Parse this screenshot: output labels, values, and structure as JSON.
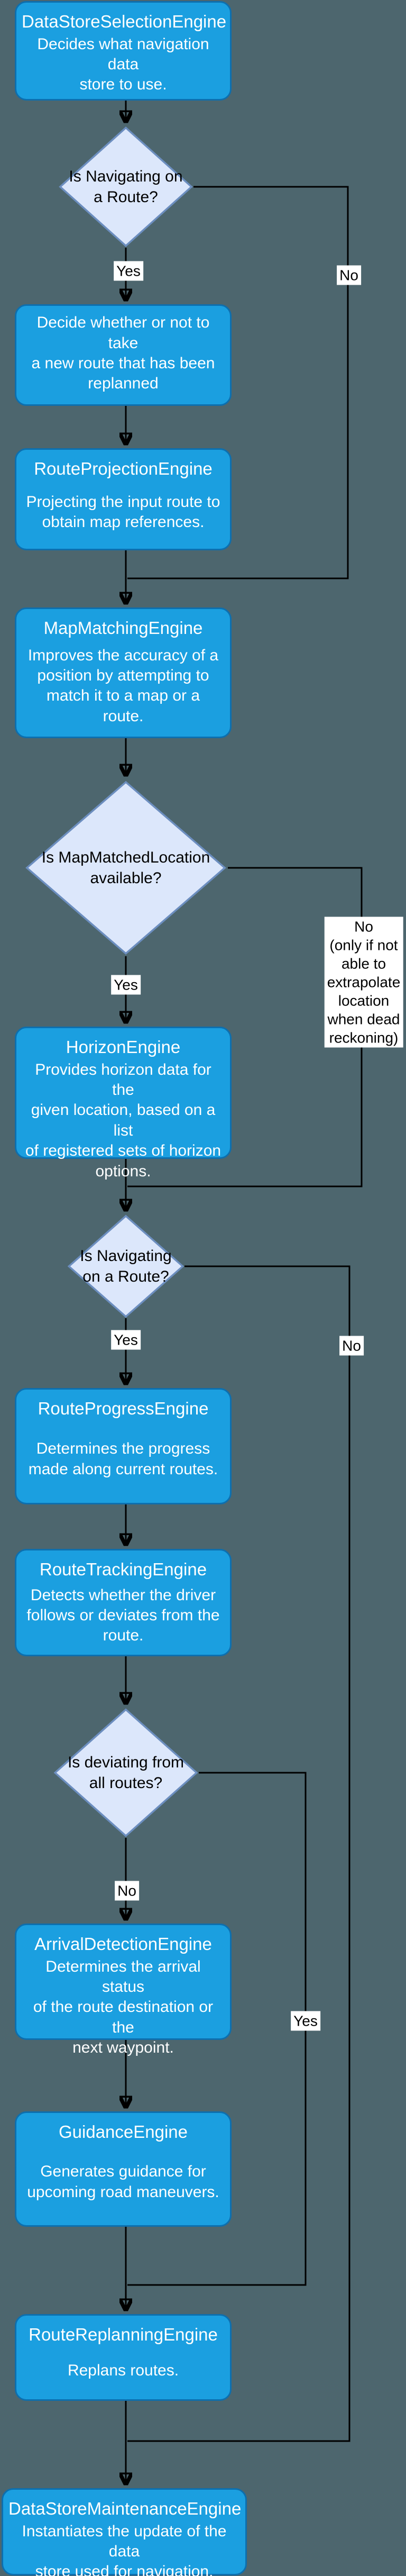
{
  "colors": {
    "background": "#4d666e",
    "process_fill": "#1b9fe0",
    "process_stroke": "#0d6fae",
    "process_text": "#ffffff",
    "decision_fill": "#dce7fb",
    "decision_stroke": "#6c8ebf",
    "decision_text": "#000000",
    "connector": "#000000",
    "label_bg": "#ffffff",
    "label_text": "#000000"
  },
  "nodes": {
    "dataStoreSelection": {
      "title": "DataStoreSelectionEngine",
      "body": "Decides what navigation data\nstore to use."
    },
    "replanDecision": {
      "title": "",
      "body": "Decide whether or not to take\na new route that has been\nreplanned"
    },
    "routeProjection": {
      "title": "RouteProjectionEngine",
      "body": "Projecting the input route to\nobtain map references."
    },
    "mapMatching": {
      "title": "MapMatchingEngine",
      "body": "Improves the accuracy of a\nposition by attempting to\nmatch it to a map or a route."
    },
    "horizon": {
      "title": "HorizonEngine",
      "body": "Provides horizon data for the\ngiven location, based on a list\nof registered sets of horizon\noptions."
    },
    "routeProgress": {
      "title": "RouteProgressEngine",
      "body": "Determines the progress\nmade along current routes."
    },
    "routeTracking": {
      "title": "RouteTrackingEngine",
      "body": "Detects whether the driver\nfollows or deviates from the\nroute."
    },
    "arrivalDetection": {
      "title": "ArrivalDetectionEngine",
      "body": "Determines the arrival status\nof the route destination or the\nnext waypoint."
    },
    "guidance": {
      "title": "GuidanceEngine",
      "body": "Generates guidance for\nupcoming road maneuvers."
    },
    "routeReplanning": {
      "title": "RouteReplanningEngine",
      "body": "Replans routes."
    },
    "dataStoreMaintenance": {
      "title": "DataStoreMaintenanceEngine",
      "body": "Instantiates the update of the data\nstore used for navigation."
    }
  },
  "decisions": {
    "navigatingOnRoute1": {
      "text": "Is Navigating on\na Route?"
    },
    "mapMatchedAvailable": {
      "text": "Is MapMatchedLocation\navailable?"
    },
    "navigatingOnRoute2": {
      "text": "Is Navigating\non a Route?"
    },
    "deviatingAllRoutes": {
      "text": "Is deviating from\nall routes?"
    }
  },
  "labels": {
    "nav1_yes": "Yes",
    "nav1_no": "No",
    "mapmatched_yes": "Yes",
    "mapmatched_no": "No\n(only if not\nable to\nextrapolate\nlocation\nwhen dead\nreckoning)",
    "nav2_yes": "Yes",
    "nav2_no": "No",
    "deviating_no": "No",
    "deviating_yes": "Yes"
  }
}
